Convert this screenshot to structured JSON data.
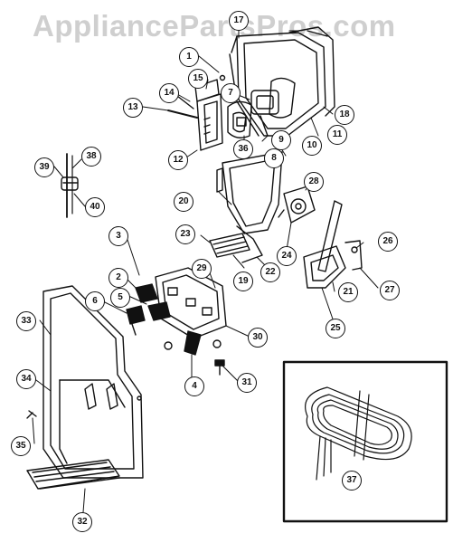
{
  "watermark": "AppliancePartsPros.com",
  "callouts": {
    "c1": "1",
    "c2": "2",
    "c3": "3",
    "c4": "4",
    "c5": "5",
    "c6": "6",
    "c7": "7",
    "c8": "8",
    "c9": "9",
    "c10": "10",
    "c11": "11",
    "c12": "12",
    "c13": "13",
    "c14": "14",
    "c15": "15",
    "c17": "17",
    "c18": "18",
    "c19": "19",
    "c20": "20",
    "c21": "21",
    "c22": "22",
    "c23": "23",
    "c24": "24",
    "c25": "25",
    "c26": "26",
    "c27": "27",
    "c28": "28",
    "c29": "29",
    "c30": "30",
    "c31": "31",
    "c32": "32",
    "c33": "33",
    "c34": "34",
    "c35": "35",
    "c36": "36",
    "c37": "37",
    "c38": "38",
    "c39": "39",
    "c40": "40"
  }
}
